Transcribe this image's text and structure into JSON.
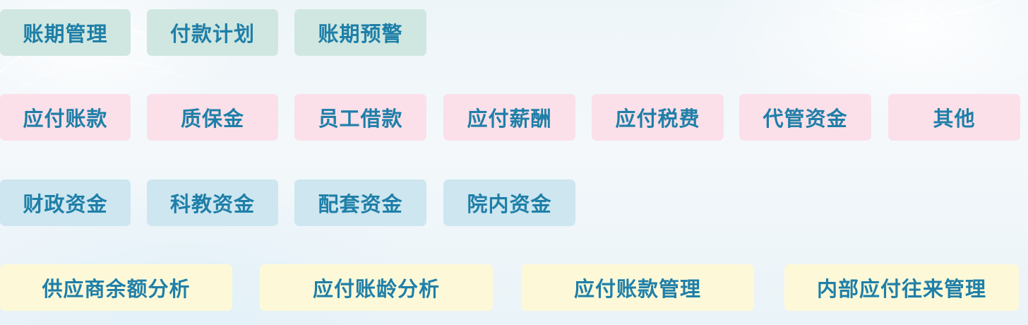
{
  "colors": {
    "text": "#1f7fa8",
    "green_tile": "#cfe7e0",
    "pink_tile": "#fbe0e9",
    "blue_tile": "#cde6f0",
    "yellow_tile": "#fdf9d8"
  },
  "rows": {
    "period": {
      "items": [
        "账期管理",
        "付款计划",
        "账期预警"
      ]
    },
    "payables": {
      "items": [
        "应付账款",
        "质保金",
        "员工借款",
        "应付薪酬",
        "应付税费",
        "代管资金",
        "其他"
      ]
    },
    "funds": {
      "items": [
        "财政资金",
        "科教资金",
        "配套资金",
        "院内资金"
      ]
    },
    "analysis": {
      "items": [
        "供应商余额分析",
        "应付账龄分析",
        "应付账款管理",
        "内部应付往来管理"
      ]
    }
  }
}
